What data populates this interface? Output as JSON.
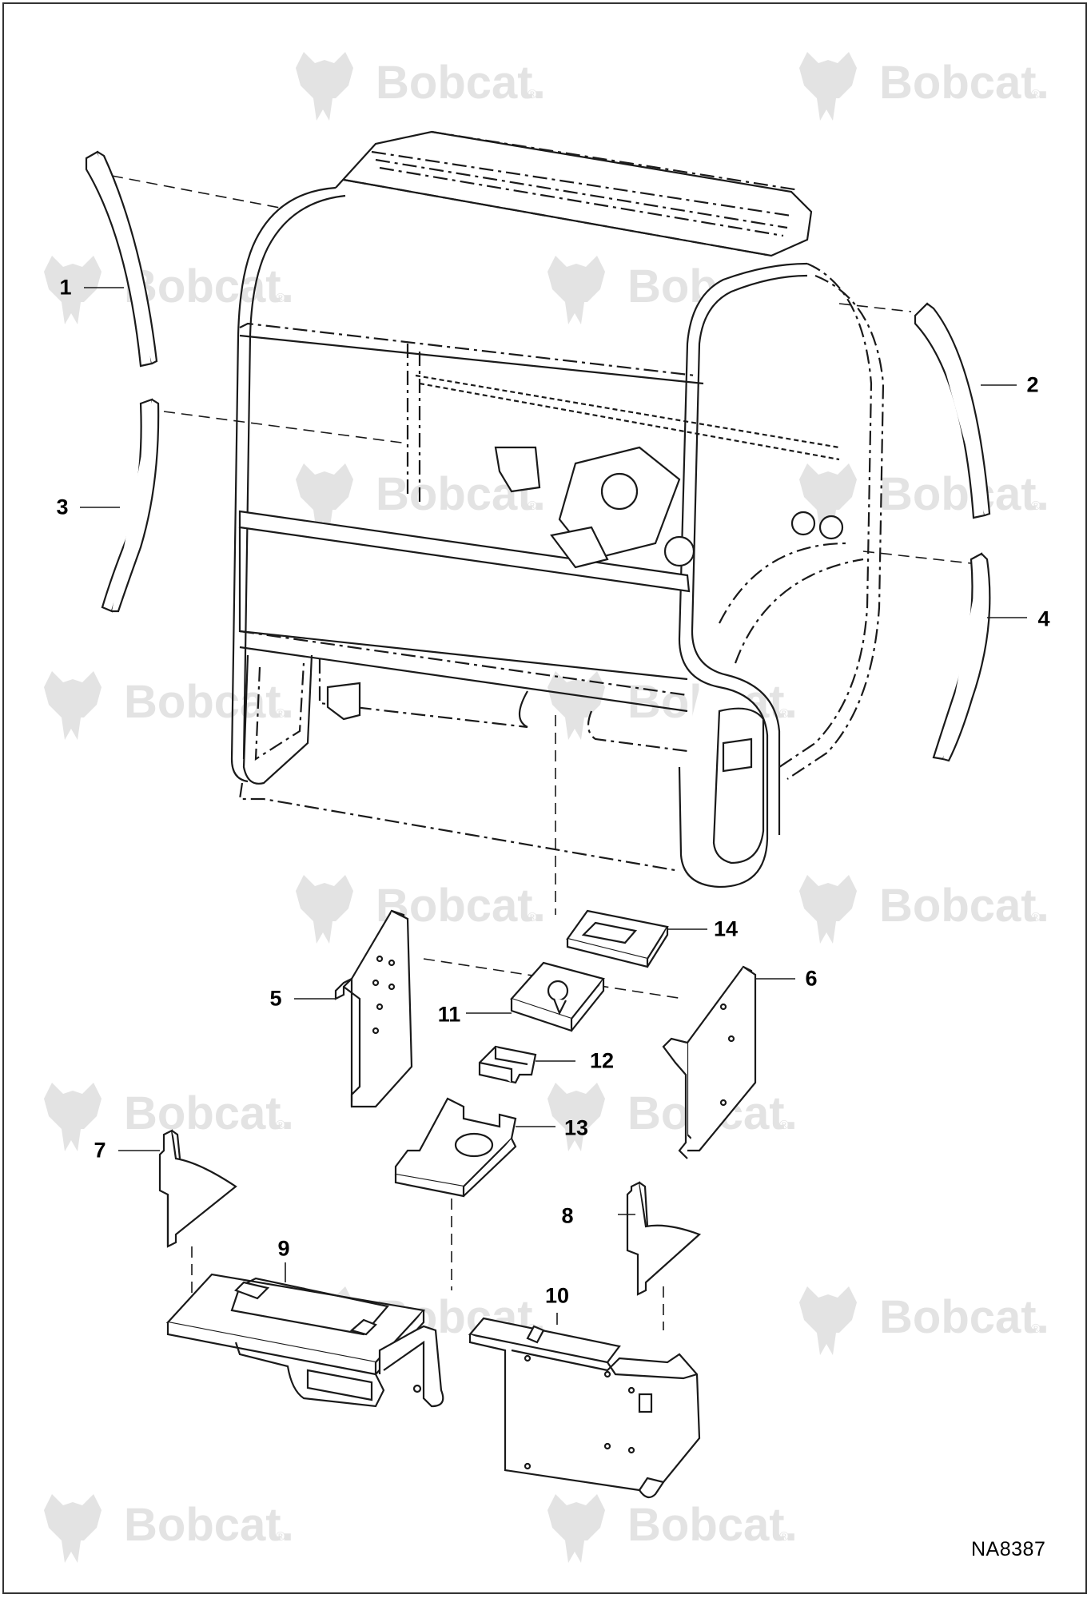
{
  "watermark": {
    "text": "Bobcat",
    "mark": "®",
    "color": "#e3e3e3",
    "logo_icon": "bobcat-head-icon"
  },
  "callouts": [
    {
      "id": "1",
      "label": "1"
    },
    {
      "id": "2",
      "label": "2"
    },
    {
      "id": "3",
      "label": "3"
    },
    {
      "id": "4",
      "label": "4"
    },
    {
      "id": "5",
      "label": "5"
    },
    {
      "id": "6",
      "label": "6"
    },
    {
      "id": "7",
      "label": "7"
    },
    {
      "id": "8",
      "label": "8"
    },
    {
      "id": "9",
      "label": "9"
    },
    {
      "id": "10",
      "label": "10"
    },
    {
      "id": "11",
      "label": "11"
    },
    {
      "id": "12",
      "label": "12"
    },
    {
      "id": "13",
      "label": "13"
    },
    {
      "id": "14",
      "label": "14"
    }
  ],
  "drawing_id": "NA8387",
  "colors": {
    "line": "#1a1a1a",
    "fill": "#ffffff",
    "frame": "#333333"
  }
}
